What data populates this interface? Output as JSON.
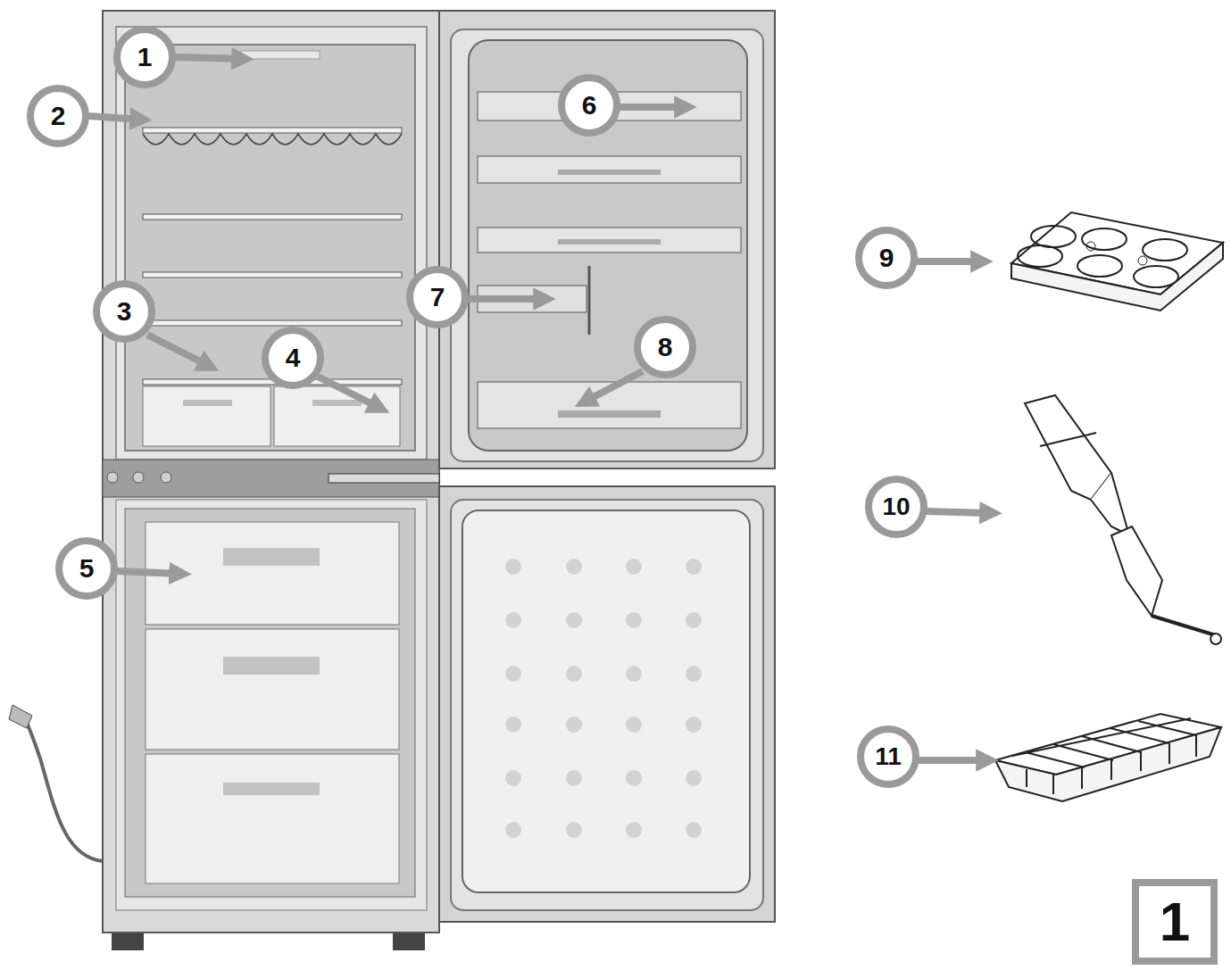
{
  "diagram": {
    "nodes": [
      {
        "text": [
          "1"
        ]
      },
      {
        "text": [
          "2"
        ]
      },
      {
        "text": [
          "3"
        ]
      },
      {
        "text": [
          "4"
        ]
      },
      {
        "text": [
          "5"
        ]
      },
      {
        "text": [
          "6"
        ]
      },
      {
        "text": [
          "7"
        ]
      },
      {
        "text": [
          "8"
        ]
      },
      {
        "text": [
          "9"
        ]
      },
      {
        "text": [
          "10"
        ]
      },
      {
        "text": [
          "11"
        ]
      },
      {
        "text": [
          "1"
        ]
      }
    ]
  }
}
